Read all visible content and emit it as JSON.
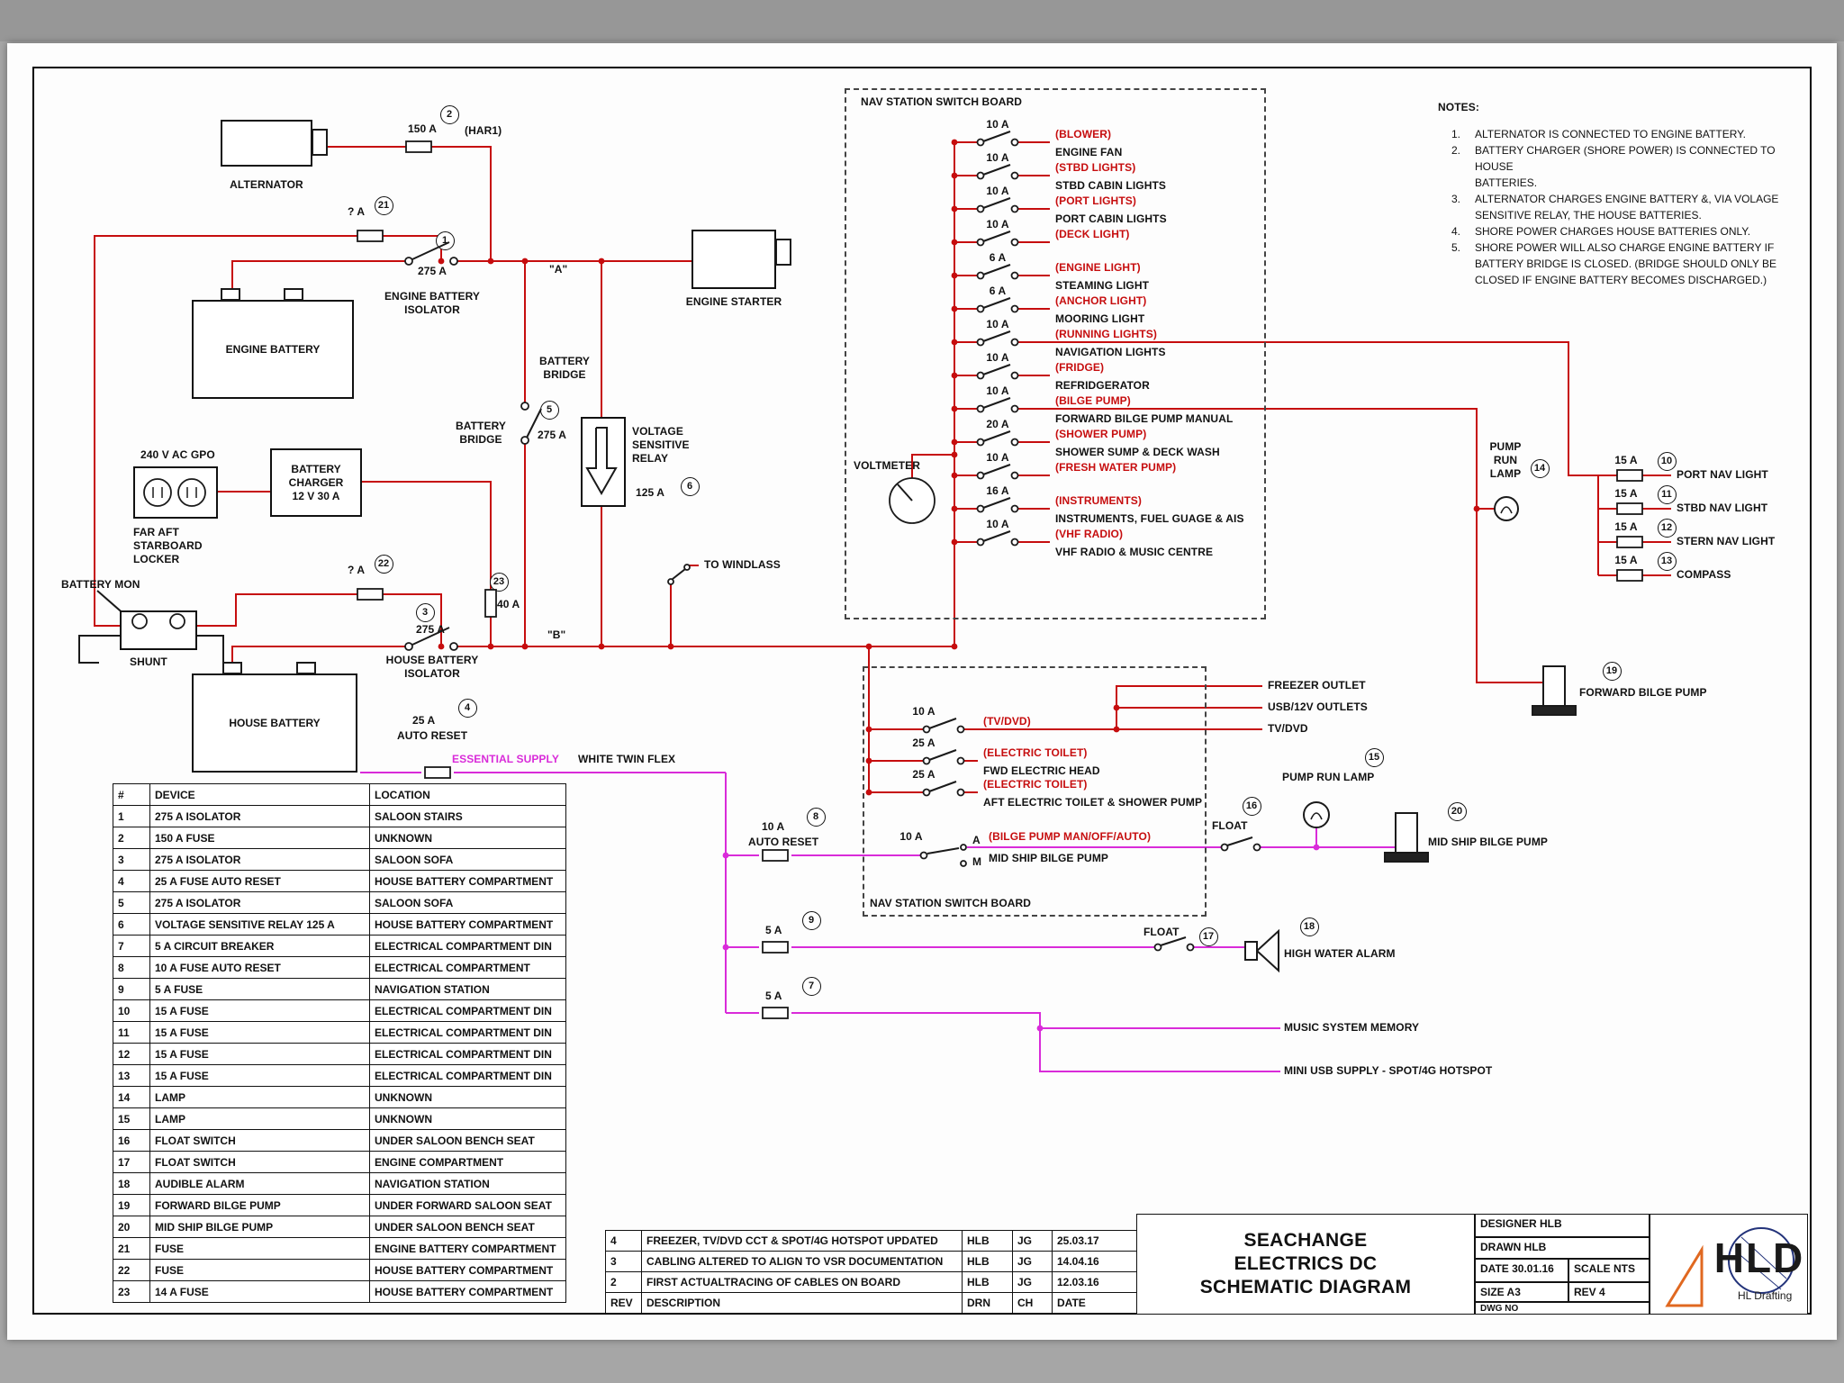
{
  "colors": {
    "wire_red": "#c60d0e",
    "wire_magenta": "#d92bd9",
    "wire_black": "#1a1a1a"
  },
  "sheet": {
    "notes_title": "NOTES:",
    "notes": [
      "ALTERNATOR IS CONNECTED TO ENGINE BATTERY.",
      "BATTERY CHARGER (SHORE POWER) IS CONNECTED TO HOUSE\nBATTERIES.",
      "ALTERNATOR CHARGES ENGINE BATTERY &, VIA VOLAGE\nSENSITIVE RELAY, THE HOUSE BATTERIES.",
      "SHORE POWER CHARGES HOUSE BATTERIES ONLY.",
      "SHORE POWER WILL ALSO CHARGE ENGINE BATTERY IF\nBATTERY BRIDGE IS CLOSED. (BRIDGE SHOULD ONLY BE\nCLOSED IF ENGINE BATTERY BECOMES DISCHARGED.)"
    ]
  },
  "boxes": {
    "engine_battery": "ENGINE BATTERY",
    "house_battery": "HOUSE BATTERY",
    "charger": "BATTERY\nCHARGER\n12 V 30 A"
  },
  "labels": {
    "alternator": "ALTERNATOR",
    "har1": "(HAR1)",
    "amp_150": "150 A",
    "amp_q21": "? A",
    "amp_275_1": "275 A",
    "engine_batt_isolator": "ENGINE BATTERY\nISOLATOR",
    "bus_a": "\"A\"",
    "engine_starter": "ENGINE STARTER",
    "battery_bridge_upper": "BATTERY\nBRIDGE",
    "battery_bridge_lower": "BATTERY\nBRIDGE",
    "amp_275_5": "275 A",
    "vsr": "VOLTAGE\nSENSITIVE\nRELAY",
    "amp_125": "125 A",
    "gpo": "240 V AC GPO",
    "gpo_loc": "FAR AFT\nSTARBOARD\nLOCKER",
    "battery_mon": "BATTERY MON",
    "shunt": "SHUNT",
    "amp_q22": "? A",
    "amp_40": "40 A",
    "amp_275_3": "275 A",
    "house_batt_isolator": "HOUSE BATTERY\nISOLATOR",
    "bus_b": "\"B\"",
    "amp_25": "25 A",
    "auto_reset_4": "AUTO RESET",
    "essential_supply": "ESSENTIAL SUPPLY",
    "white_twin_flex": "WHITE TWIN FLEX",
    "to_windlass": "TO WINDLASS",
    "voltmeter": "VOLTMETER",
    "pump_run_lamp_14": "PUMP\nRUN\nLAMP",
    "fwd_bilge_pump": "FORWARD BILGE PUMP",
    "freezer_outlet": "FREEZER OUTLET",
    "usb_outlets": "USB/12V OUTLETS",
    "tv_dvd_out": "TV/DVD",
    "amp_10_8": "10 A",
    "auto_reset_8": "AUTO RESET",
    "amp_5_9": "5 A",
    "amp_5_7": "5 A",
    "pump_run_lamp_15": "PUMP RUN LAMP",
    "float_16": "FLOAT",
    "midship_pump_label": "MID SHIP BILGE PUMP",
    "float_17": "FLOAT",
    "high_water_alarm": "HIGH WATER ALARM",
    "music_memory": "MUSIC SYSTEM MEMORY",
    "mini_usb": "MINI USB SUPPLY - SPOT/4G HOTSPOT",
    "amp_10_bilge": "10 A",
    "sw_a": "A",
    "sw_m": "M",
    "bilge_sw_red": "(BILGE PUMP MAN/OFF/AUTO)",
    "bilge_sw_black": "MID SHIP BILGE PUMP"
  },
  "nav_board": {
    "title": "NAV STATION SWITCH BOARD",
    "rows": [
      {
        "amp": "10 A",
        "tag": "(BLOWER)",
        "desc": "ENGINE FAN"
      },
      {
        "amp": "10 A",
        "tag": "(STBD LIGHTS)",
        "desc": "STBD CABIN LIGHTS"
      },
      {
        "amp": "10 A",
        "tag": "(PORT LIGHTS)",
        "desc": "PORT CABIN LIGHTS"
      },
      {
        "amp": "10 A",
        "tag": "(DECK LIGHT)",
        "desc": ""
      },
      {
        "amp": "6 A",
        "tag": "(ENGINE LIGHT)",
        "desc": "STEAMING LIGHT"
      },
      {
        "amp": "6 A",
        "tag": "(ANCHOR LIGHT)",
        "desc": "MOORING LIGHT"
      },
      {
        "amp": "10 A",
        "tag": "(RUNNING LIGHTS)",
        "desc": "NAVIGATION LIGHTS"
      },
      {
        "amp": "10 A",
        "tag": "(FRIDGE)",
        "desc": "REFRIDGERATOR"
      },
      {
        "amp": "10 A",
        "tag": "(BILGE PUMP)",
        "desc": "FORWARD BILGE PUMP MANUAL"
      },
      {
        "amp": "20 A",
        "tag": "(SHOWER PUMP)",
        "desc": "SHOWER SUMP & DECK WASH"
      },
      {
        "amp": "10 A",
        "tag": "(FRESH WATER PUMP)",
        "desc": ""
      },
      {
        "amp": "16 A",
        "tag": "(INSTRUMENTS)",
        "desc": "INSTRUMENTS, FUEL GUAGE & AIS"
      },
      {
        "amp": "10 A",
        "tag": "(VHF RADIO)",
        "desc": "VHF RADIO & MUSIC CENTRE"
      }
    ]
  },
  "lower_board": {
    "title": "NAV STATION SWITCH BOARD",
    "rows": [
      {
        "amp": "10 A",
        "tag": "(TV/DVD)",
        "desc": ""
      },
      {
        "amp": "25 A",
        "tag": "(ELECTRIC TOILET)",
        "desc": "FWD ELECTRIC HEAD"
      },
      {
        "amp": "25 A",
        "tag": "(ELECTRIC TOILET)",
        "desc": "AFT ELECTRIC TOILET & SHOWER PUMP"
      }
    ]
  },
  "nav_lights": [
    {
      "amp": "15 A",
      "badge": "10",
      "label": "PORT NAV LIGHT"
    },
    {
      "amp": "15 A",
      "badge": "11",
      "label": "STBD NAV LIGHT"
    },
    {
      "amp": "15 A",
      "badge": "12",
      "label": "STERN NAV LIGHT"
    },
    {
      "amp": "15 A",
      "badge": "13",
      "label": "COMPASS"
    }
  ],
  "badges": {
    "b2": "2",
    "b21": "21",
    "b1": "1",
    "b5": "5",
    "b6": "6",
    "b22": "22",
    "b23": "23",
    "b3": "3",
    "b4": "4",
    "b8": "8",
    "b9": "9",
    "b7": "7",
    "b14": "14",
    "b19": "19",
    "b15": "15",
    "b16": "16",
    "b20": "20",
    "b17": "17",
    "b18": "18"
  },
  "device_table": {
    "headers": [
      "#",
      "DEVICE",
      "LOCATION"
    ],
    "rows": [
      [
        "1",
        "275 A ISOLATOR",
        "SALOON STAIRS"
      ],
      [
        "2",
        "150 A FUSE",
        "UNKNOWN"
      ],
      [
        "3",
        "275 A ISOLATOR",
        "SALOON SOFA"
      ],
      [
        "4",
        "25 A FUSE AUTO RESET",
        "HOUSE BATTERY COMPARTMENT"
      ],
      [
        "5",
        "275 A ISOLATOR",
        "SALOON SOFA"
      ],
      [
        "6",
        "VOLTAGE SENSITIVE RELAY 125 A",
        "HOUSE BATTERY COMPARTMENT"
      ],
      [
        "7",
        "5 A CIRCUIT BREAKER",
        "ELECTRICAL COMPARTMENT DIN"
      ],
      [
        "8",
        "10 A FUSE AUTO RESET",
        "ELECTRICAL COMPARTMENT"
      ],
      [
        "9",
        "5 A FUSE",
        "NAVIGATION STATION"
      ],
      [
        "10",
        "15 A FUSE",
        "ELECTRICAL COMPARTMENT DIN"
      ],
      [
        "11",
        "15 A FUSE",
        "ELECTRICAL COMPARTMENT DIN"
      ],
      [
        "12",
        "15 A FUSE",
        "ELECTRICAL COMPARTMENT DIN"
      ],
      [
        "13",
        "15 A FUSE",
        "ELECTRICAL COMPARTMENT DIN"
      ],
      [
        "14",
        "LAMP",
        "UNKNOWN"
      ],
      [
        "15",
        "LAMP",
        "UNKNOWN"
      ],
      [
        "16",
        "FLOAT SWITCH",
        "UNDER SALOON BENCH SEAT"
      ],
      [
        "17",
        "FLOAT SWITCH",
        "ENGINE COMPARTMENT"
      ],
      [
        "18",
        "AUDIBLE ALARM",
        "NAVIGATION STATION"
      ],
      [
        "19",
        "FORWARD BILGE PUMP",
        "UNDER FORWARD SALOON SEAT"
      ],
      [
        "20",
        "MID SHIP BILGE PUMP",
        "UNDER SALOON BENCH SEAT"
      ],
      [
        "21",
        "FUSE",
        "ENGINE BATTERY COMPARTMENT"
      ],
      [
        "22",
        "FUSE",
        "HOUSE BATTERY COMPARTMENT"
      ],
      [
        "23",
        "14 A FUSE",
        "HOUSE BATTERY COMPARTMENT"
      ]
    ]
  },
  "revisions": {
    "rows": [
      [
        "4",
        "FREEZER, TV/DVD CCT & SPOT/4G HOTSPOT UPDATED",
        "HLB",
        "JG",
        "25.03.17"
      ],
      [
        "3",
        "CABLING ALTERED TO ALIGN TO VSR DOCUMENTATION",
        "HLB",
        "JG",
        "14.04.16"
      ],
      [
        "2",
        "FIRST ACTUALTRACING OF CABLES ON BOARD",
        "HLB",
        "JG",
        "12.03.16"
      ],
      [
        "REV",
        "DESCRIPTION",
        "DRN",
        "CH",
        "DATE"
      ]
    ]
  },
  "title_block": {
    "title": "SEACHANGE\nELECTRICS DC\nSCHEMATIC DIAGRAM",
    "designer": "DESIGNER  HLB",
    "drawn": "DRAWN  HLB",
    "date": "DATE 30.01.16",
    "scale": "SCALE NTS",
    "size": "SIZE  A3",
    "rev": "REV 4",
    "dwg_no": "DWG NO",
    "logo_text": "HLD",
    "logo_sub": "HL Drafting"
  }
}
